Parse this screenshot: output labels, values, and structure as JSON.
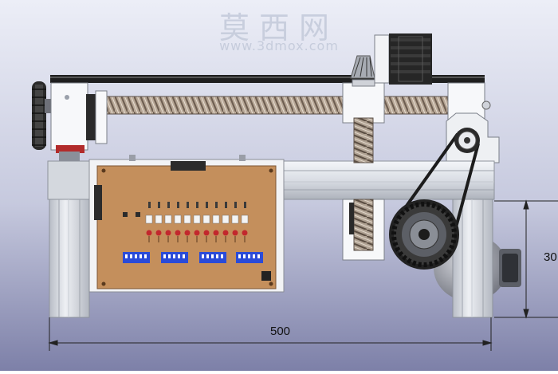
{
  "watermark": {
    "title": "莫西网",
    "url": "www.3dmox.com"
  },
  "dimensions": {
    "width_label": "500",
    "height_label": "30"
  },
  "colors": {
    "background_top": "#e6e9f4",
    "background_bottom": "#7c7fa8",
    "aluminum": "#dfe3ea",
    "pcb": "#c48f5c",
    "dip_switch": "#2a4bd8",
    "led": "#c2282d",
    "dark_part": "#2b2b2b"
  },
  "icons": [
    "stepper-motor-icon",
    "lead-screw-icon",
    "belt-pulley-icon",
    "control-board-icon"
  ]
}
